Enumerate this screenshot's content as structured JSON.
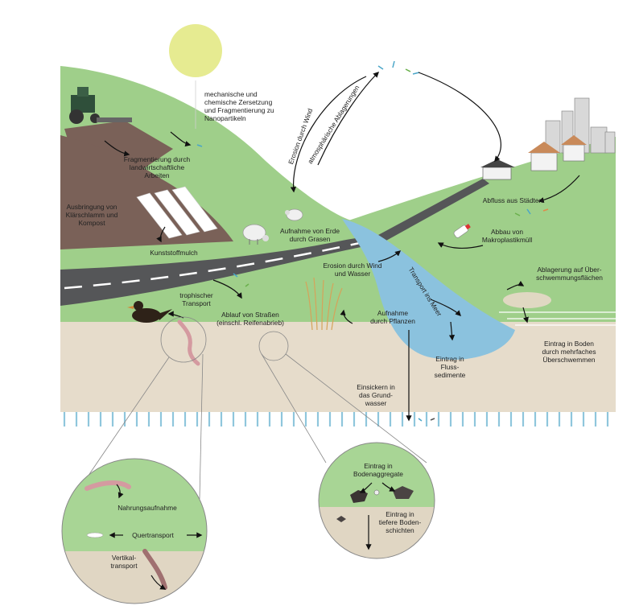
{
  "labels": {
    "mech": "mechanische und\nchemische Zersetzung\nund Fragmentierung zu\nNanopartikeln",
    "wind": "Erosion durch Wind",
    "atmos": "atmosphärische Ablagerungen",
    "frag": "Fragmentierung durch\nlandwirtschaftliche\nArbeiten",
    "sludge": "Ausbringung von\nKlärschlamm und\nKompost",
    "mulch": "Kunststoffmulch",
    "graze": "Aufnahme von Erde\ndurch Grasen",
    "runoff_city": "Abfluss aus Städten",
    "macro": "Abbau von\nMakroplastikmüll",
    "erosion_ww": "Erosion durch Wind\nund Wasser",
    "sea": "Transport ins Meer",
    "flood": "Ablagerung auf Über-\nschwemmungsflächen",
    "trophic": "trophischer\nTransport",
    "road": "Ablauf von Straßen\n(einschl. Reifenabrieb)",
    "plants": "Aufnahme\ndurch Pflanzen",
    "river_sed": "Eintrag in\nFluss-\nsedimente",
    "soil_flood": "Eintrag in Boden\ndurch mehrfaches\nÜberschwemmen",
    "groundwater": "Einsickern in\ndas Grund-\nwasser",
    "food": "Nahrungsaufnahme",
    "cross": "Quertransport",
    "vertical": "Vertikal-\ntransport",
    "aggregates": "Eintrag in\nBodenaggregate",
    "deeper": "Eintrag in\ntiefere Boden-\nschichten"
  },
  "colors": {
    "sky": "#ffffff",
    "sun": "#e6eb91",
    "grass": "#9fcf8a",
    "grass_dark": "#8cc178",
    "field": "#7a6158",
    "soil": "#e6dccb",
    "road": "#555658",
    "river": "#8bc2de",
    "groundwater": "#8fc6dc",
    "text": "#222222"
  },
  "icons": [
    "sun-icon",
    "tractor-icon",
    "sheep-icon",
    "bird-icon",
    "worm-icon",
    "city-icon",
    "farmhouse-icon",
    "plastic-bottle-icon",
    "reed-plants-icon"
  ]
}
